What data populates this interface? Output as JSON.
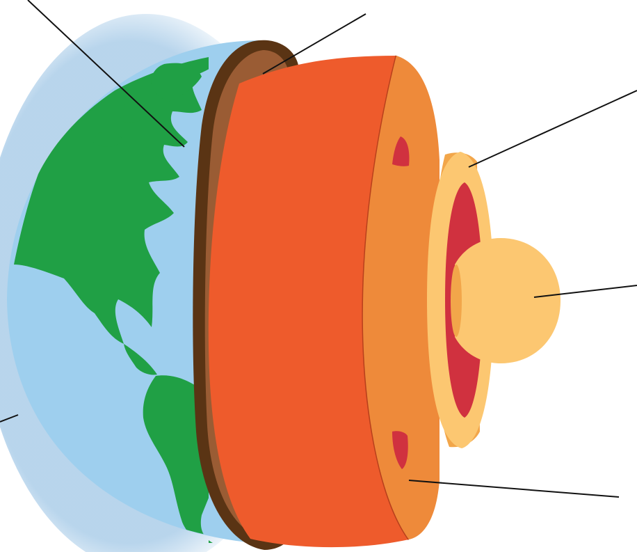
{
  "diagram": {
    "subject": "earth-interior-cutaway",
    "layers": [
      {
        "name": "earth-surface",
        "color": "#9ecfee"
      },
      {
        "name": "crust",
        "color": "#9a5c34"
      },
      {
        "name": "mantle",
        "color": "#ee5b2c"
      },
      {
        "name": "outer-layer-band",
        "color": "#ee8a3a"
      },
      {
        "name": "outer-core",
        "color": "#fcc771"
      },
      {
        "name": "inner-core",
        "color": "#fcc771"
      }
    ],
    "continents_color": "#20a045",
    "magma_color": "#d0313f",
    "leader_line_color": "#111111",
    "labels": []
  }
}
